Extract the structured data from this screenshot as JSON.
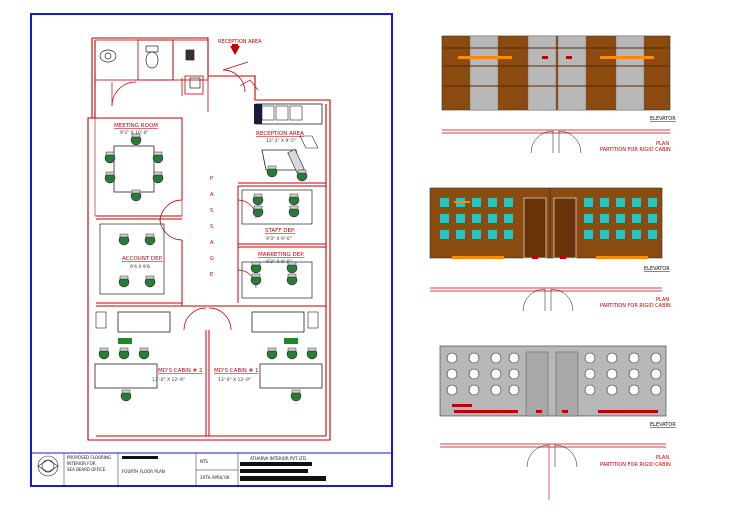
{
  "plan": {
    "reception_area_label": "RECEPTION AREA",
    "rooms": [
      {
        "id": "meeting",
        "title": "MEETING ROOM",
        "dims": "9'3\" X 10'-0\""
      },
      {
        "id": "reception",
        "title": "RECEPTION AREA",
        "dims": "12'-3\" X 9'-5\""
      },
      {
        "id": "staff",
        "title": "STAFF DEP.",
        "dims": "9'3\" X 9'-0\""
      },
      {
        "id": "account",
        "title": "ACCOUNT DEP.",
        "dims": "9'4 X 9'8"
      },
      {
        "id": "marketing",
        "title": "MARKETING DEP.",
        "dims": "9'3\" X 9'-0\""
      },
      {
        "id": "md2",
        "title": "MD'S CABIN # 2",
        "dims": "13'-0\" X 12'-9\""
      },
      {
        "id": "md1",
        "title": "MD'S CABIN # 1",
        "dims": "13'-0\" X 12'-9\""
      }
    ],
    "passage_letters": [
      "P",
      "A",
      "S",
      "S",
      "A",
      "G",
      "E"
    ]
  },
  "title_block": {
    "project_line1": "PROPOSED FLOORING",
    "project_line2": "INTERIOR FOR",
    "project_line3": "SEA BEARD OFFICE",
    "sheet": "FOURTH FLOOR PLAN",
    "scale": "NTS",
    "date": "19TH APRIL'06",
    "company": "ATHARVA INTERIOR PVT LTD"
  },
  "elevations": [
    {
      "elevation_label": "ELEVATOR",
      "plan_label": "PLAN",
      "partition_label": "PARTITION FOR RIGID CABIN"
    },
    {
      "elevation_label": "ELEVATOR",
      "plan_label": "PLAN",
      "partition_label": "PARTITION FOR RIGID CABIN"
    },
    {
      "elevation_label": "ELEVATOR",
      "plan_label": "PLAN",
      "partition_label": "PARTITION FOR RIGID CABIN"
    }
  ],
  "colors": {
    "wall_red": "#c00000",
    "frame_blue": "#1a1acc",
    "panel_brown": "#8b4a10",
    "panel_grey": "#b8b8b8",
    "accent_orange": "#ff8c00",
    "glass_cyan": "#22c8c8",
    "chair_green": "#2a7a3a"
  }
}
